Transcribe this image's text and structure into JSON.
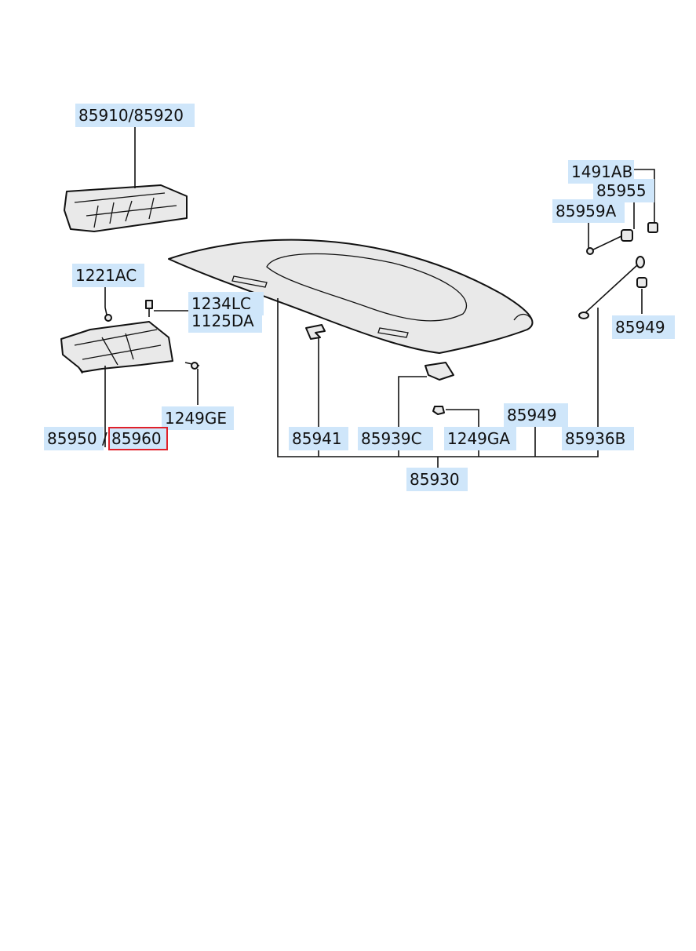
{
  "labels": {
    "l85910": "85910",
    "l85920": "85920",
    "l1491AB": "1491AB",
    "l85955": "85955",
    "l85959A": "85959A",
    "l1221AC": "1221AC",
    "l1234LC": "1234LC",
    "l1125DA": "1125DA",
    "l85949_top": "85949",
    "l1249GE": "1249GE",
    "l85950": "85950",
    "l85960": "85960",
    "l85941": "85941",
    "l85939C": "85939C",
    "l1249GA": "1249GA",
    "l85949_mid": "85949",
    "l85936B": "85936B",
    "l85930": "85930"
  },
  "separators": {
    "slash": "/"
  },
  "colors": {
    "highlight": "#cfe6fa",
    "selected_outline": "#e0202a",
    "line": "#111111"
  },
  "selected_part": "85960"
}
